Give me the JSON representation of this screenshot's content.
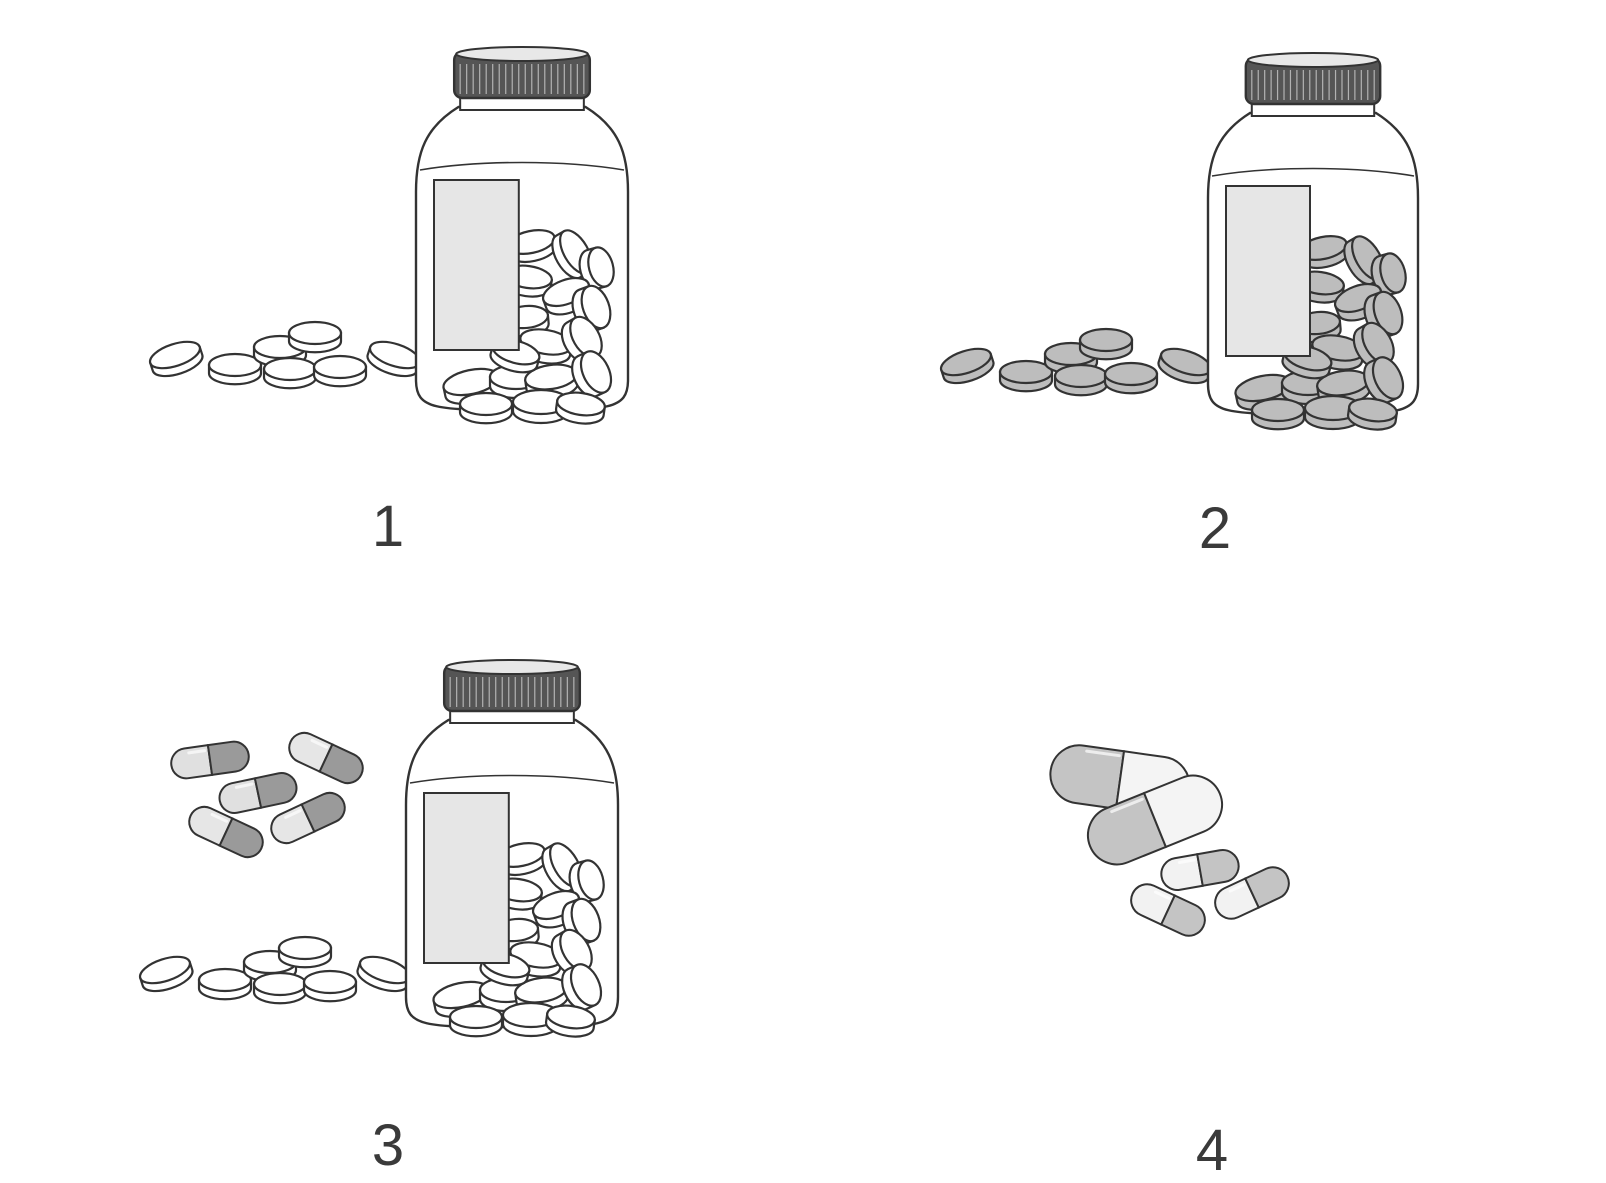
{
  "panels": [
    {
      "label": "1",
      "tablet_color": "#ffffff",
      "capsule_color": null
    },
    {
      "label": "2",
      "tablet_color": "#bdbdbd",
      "capsule_color": null
    },
    {
      "label": "3",
      "tablet_color": "#ffffff",
      "capsule_color": "#9a9a9a"
    },
    {
      "label": "4",
      "tablet_color": null,
      "capsule_color": "#c4c4c4"
    }
  ],
  "colors": {
    "outline": "#333333",
    "cap": "#555555",
    "jar_fill": "#ffffff",
    "label_patch": "#e6e6e6"
  }
}
